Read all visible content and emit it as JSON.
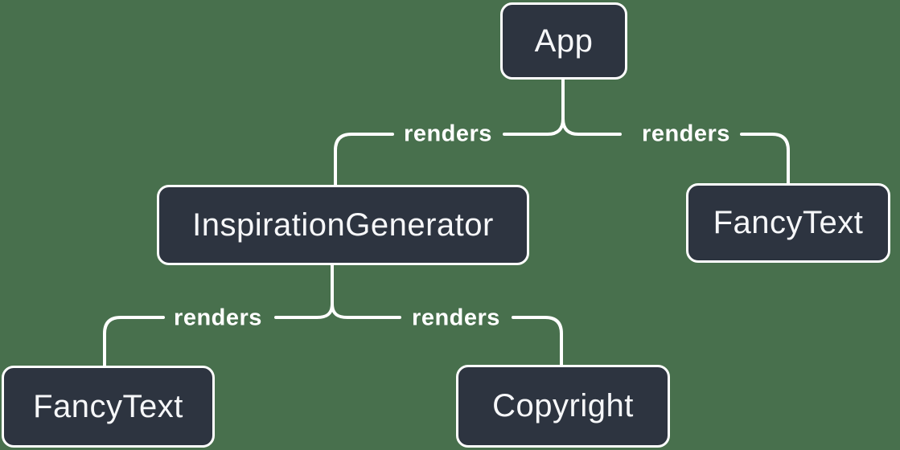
{
  "diagram": {
    "type": "component-render-tree",
    "nodes": [
      {
        "id": "app",
        "label": "App"
      },
      {
        "id": "inspiration-generator",
        "label": "InspirationGenerator"
      },
      {
        "id": "fancy-text-top",
        "label": "FancyText"
      },
      {
        "id": "fancy-text-bottom",
        "label": "FancyText"
      },
      {
        "id": "copyright",
        "label": "Copyright"
      }
    ],
    "edges": [
      {
        "from": "App",
        "to": "InspirationGenerator",
        "label": "renders"
      },
      {
        "from": "App",
        "to": "FancyText",
        "label": "renders"
      },
      {
        "from": "InspirationGenerator",
        "to": "FancyText",
        "label": "renders"
      },
      {
        "from": "InspirationGenerator",
        "to": "Copyright",
        "label": "renders"
      }
    ],
    "colors": {
      "background": "#48704D",
      "node_fill": "#2D3440",
      "node_border": "#FFFFFF",
      "node_text": "#F6F7F9",
      "line": "#FFFFFF",
      "edge_label_text": "#FFFFFF"
    }
  }
}
